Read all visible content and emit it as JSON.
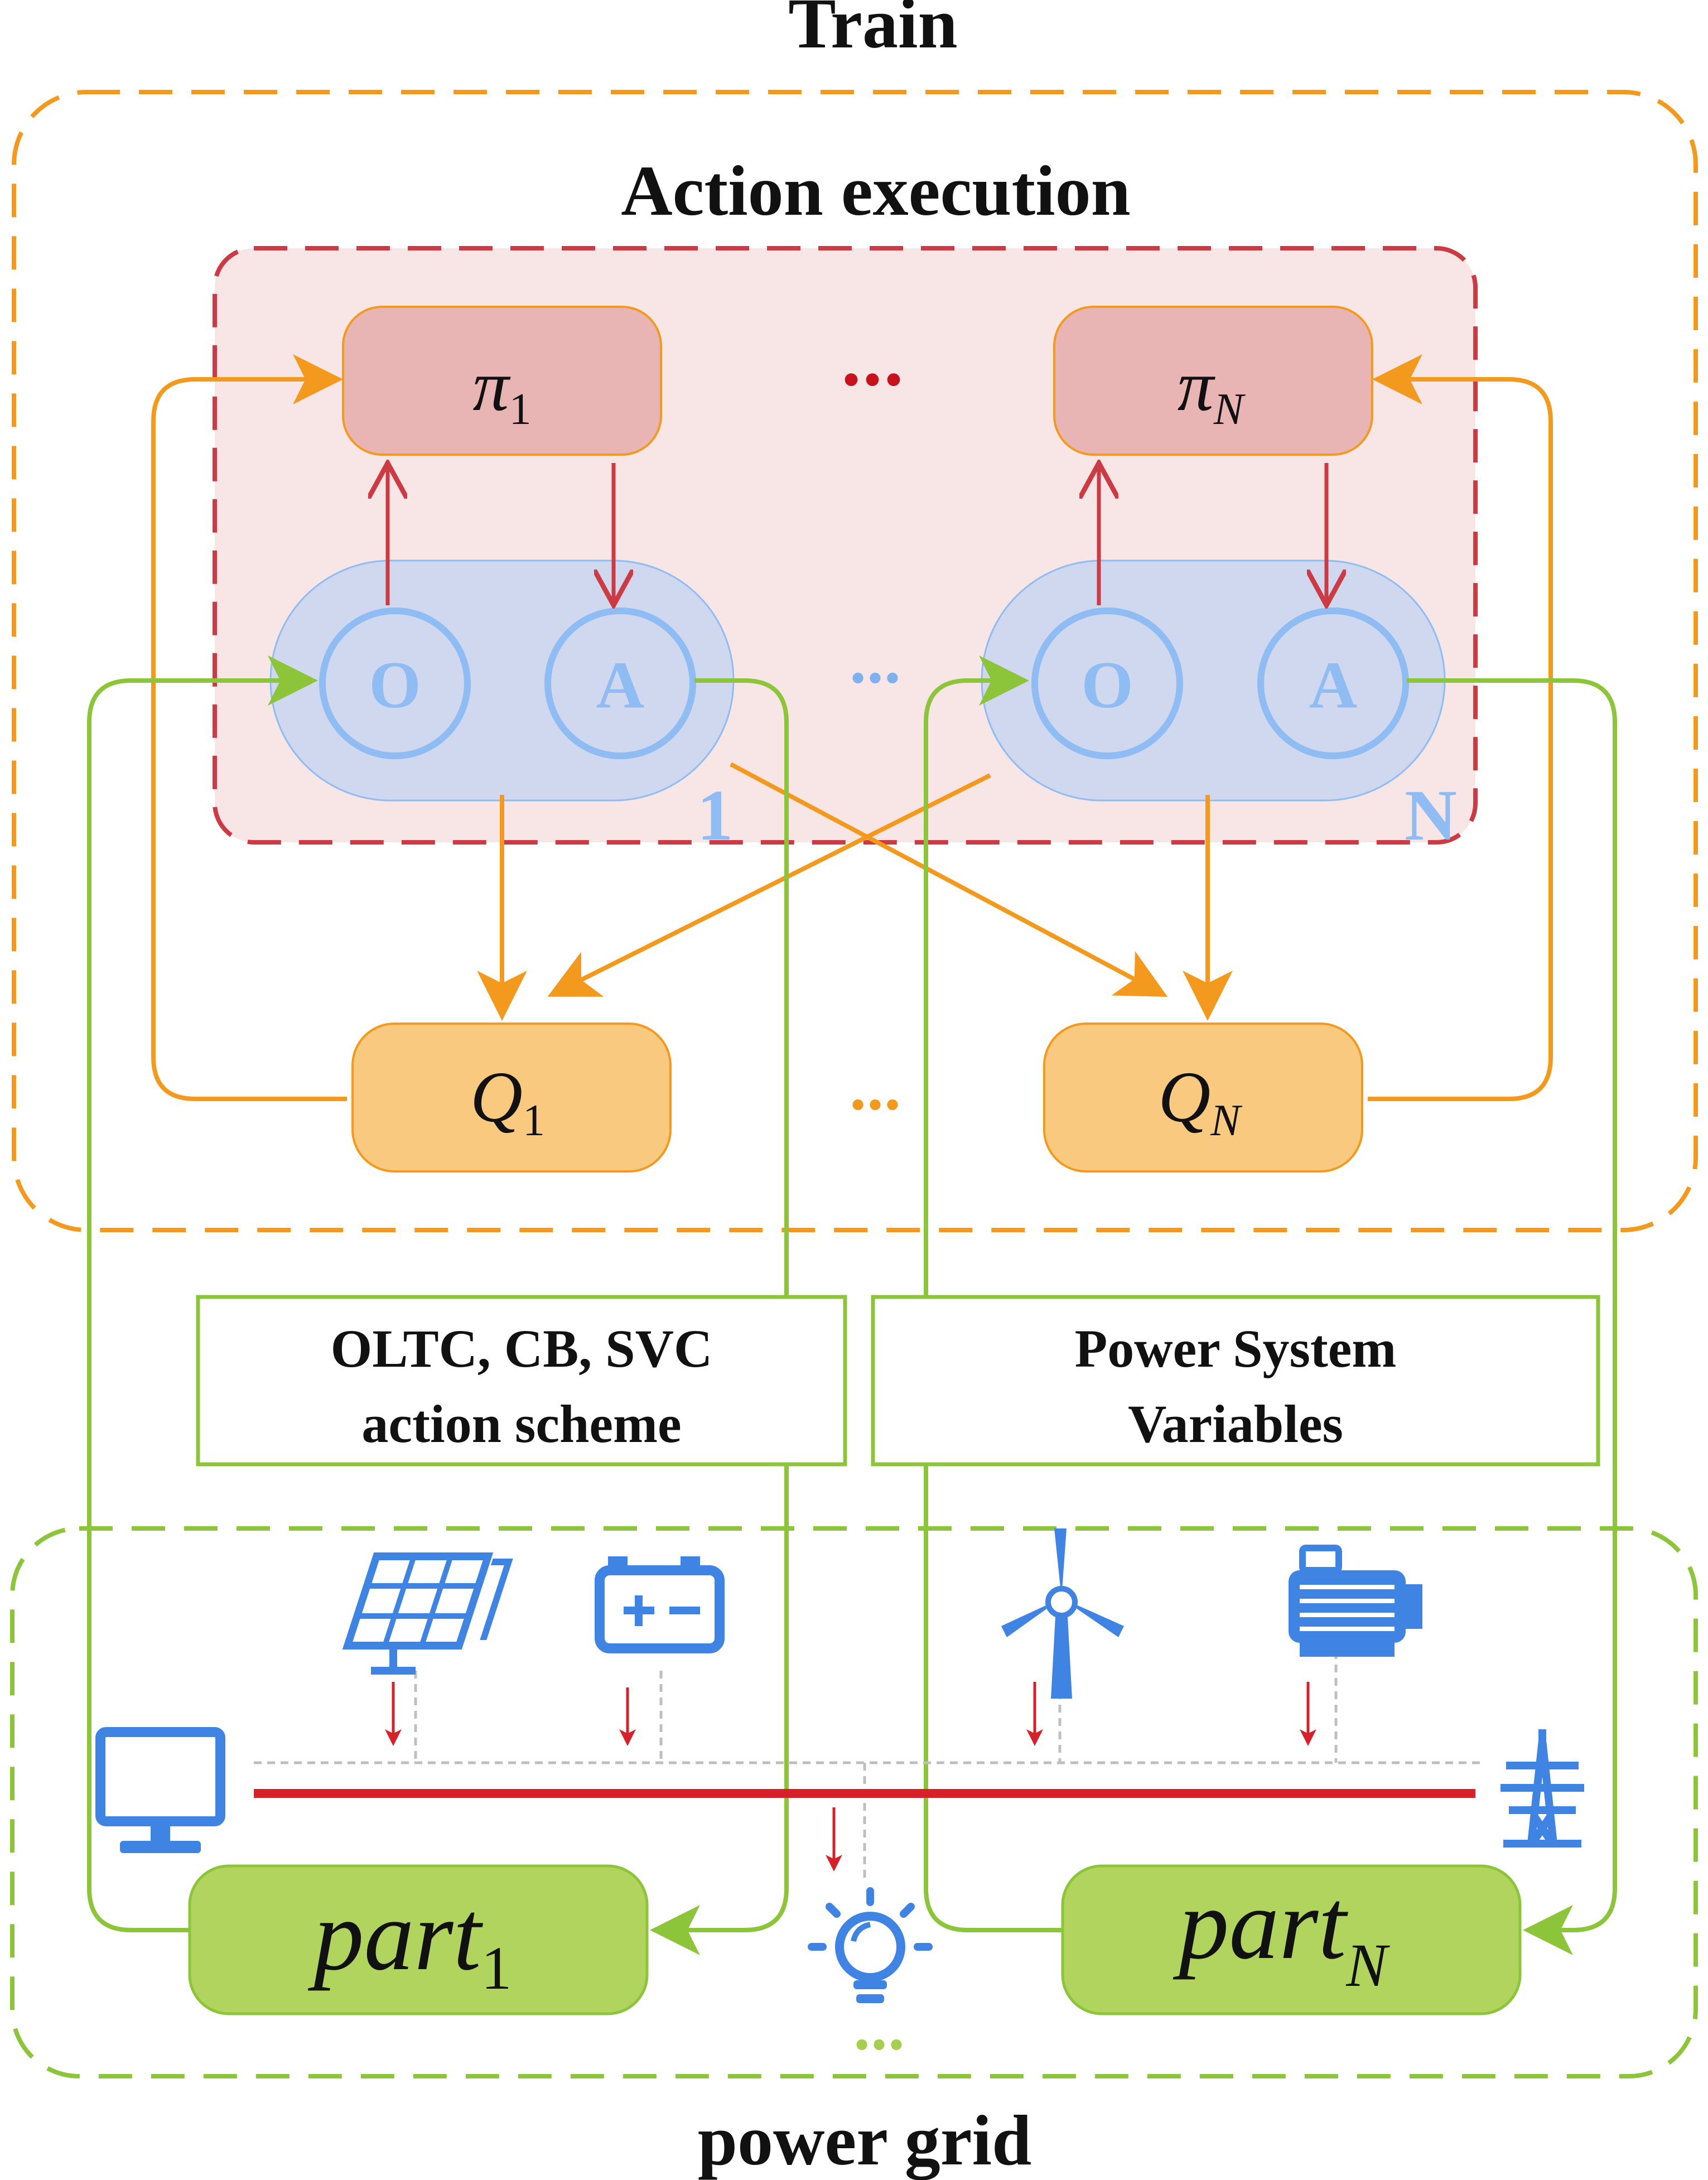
{
  "titles": {
    "train": "Train",
    "action_execution": "Action execution",
    "power_grid": "power grid"
  },
  "agents": {
    "first": {
      "policy_symbol": "π",
      "policy_sub": "1",
      "critic_symbol": "Q",
      "critic_sub": "1",
      "obs_label": "O",
      "act_label": "A",
      "index": "1",
      "part_main": "part",
      "part_sub": "1"
    },
    "last": {
      "policy_symbol": "π",
      "policy_sub": "N",
      "critic_symbol": "Q",
      "critic_sub": "N",
      "obs_label": "O",
      "act_label": "A",
      "index": "N",
      "part_main": "part",
      "part_sub": "N"
    }
  },
  "boxes": {
    "action_scheme_line1": "OLTC, CB, SVC",
    "action_scheme_line2": "action scheme",
    "variables_line1": "Power System",
    "variables_line2": "Variables"
  },
  "ellipsis": "•••",
  "colors": {
    "orange": "#f39a1e",
    "red_dash": "#cc3a43",
    "pink_fill": "#f8e6e6",
    "policy_fill": "#e9b4b4",
    "critic_fill": "#f8c97e",
    "agent_fill": "#cfd8ef",
    "agent_circle": "#8fbcf2",
    "green": "#8cc43a",
    "green_fill": "#b0d45e",
    "blue_icon": "#3f84e2",
    "bus_red": "#d6202a",
    "dots_red": "#c8121c",
    "dots_blue": "#7fb1ee",
    "dots_orange": "#f39a1e",
    "dots_green": "#a6cf4f"
  },
  "icons": [
    "solar-panel-icon",
    "battery-icon",
    "wind-turbine-icon",
    "motor-icon",
    "monitor-icon",
    "transmission-tower-icon",
    "light-bulb-icon"
  ]
}
